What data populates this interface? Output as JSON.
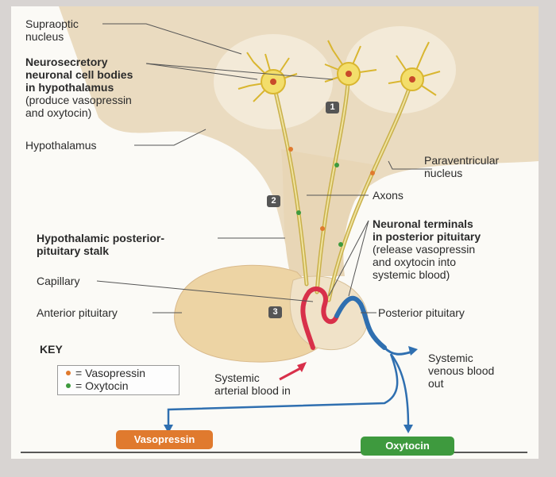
{
  "labels": {
    "supraoptic": "Supraoptic\nnucleus",
    "neurosecretory_title": "Neurosecretory\nneuronal cell bodies\nin hypothalamus",
    "neurosecretory_note": "(produce vasopressin\nand oxytocin)",
    "hypothalamus": "Hypothalamus",
    "paraventricular": "Paraventricular\nnucleus",
    "axons": "Axons",
    "stalk": "Hypothalamic posterior-\npituitary stalk",
    "terminals_title": "Neuronal terminals\nin posterior pituitary",
    "terminals_note": "(release vasopressin\nand oxytocin into\nsystemic blood)",
    "capillary": "Capillary",
    "anterior": "Anterior pituitary",
    "posterior": "Posterior pituitary",
    "arterial": "Systemic\narterial blood in",
    "venous": "Systemic\nvenous blood\nout"
  },
  "badges": [
    "1",
    "2",
    "3"
  ],
  "key": {
    "title": "KEY",
    "vasopressin": "= Vasopressin",
    "oxytocin": "= Oxytocin"
  },
  "outputs": {
    "vasopressin": "Vasopressin",
    "oxytocin": "Oxytocin"
  },
  "colors": {
    "vasopressin": "#e07a2e",
    "oxytocin": "#3e9a3e",
    "artery": "#d8304a",
    "vein": "#2f6fb0",
    "tissue": "#eadbc0",
    "anterior": "#edd4a4"
  }
}
